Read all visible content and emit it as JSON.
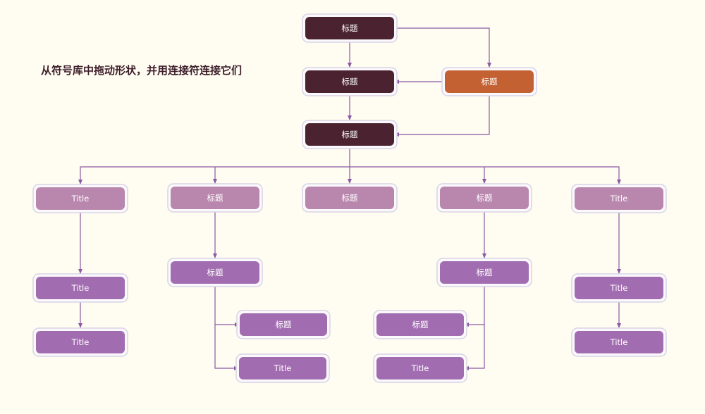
{
  "instruction": "从符号库中拖动形状，并用连接符连接它们",
  "colors": {
    "background": "#fffcf1",
    "dark": "#4a2230",
    "orange": "#c46132",
    "light_mauve": "#b986ad",
    "purple": "#a26cb0",
    "connector": "#8a5aa3",
    "frame": "#d9d3e6"
  },
  "nodes": [
    {
      "id": "top",
      "label": "标题",
      "style": "dark"
    },
    {
      "id": "second",
      "label": "标题",
      "style": "dark"
    },
    {
      "id": "side",
      "label": "标题",
      "style": "orange"
    },
    {
      "id": "hub",
      "label": "标题",
      "style": "dark"
    },
    {
      "id": "c1",
      "label": "Title",
      "style": "light_mauve"
    },
    {
      "id": "c2",
      "label": "标题",
      "style": "light_mauve"
    },
    {
      "id": "c3",
      "label": "标题",
      "style": "light_mauve"
    },
    {
      "id": "c4",
      "label": "标题",
      "style": "light_mauve"
    },
    {
      "id": "c5",
      "label": "Title",
      "style": "light_mauve"
    },
    {
      "id": "c1a",
      "label": "Title",
      "style": "purple"
    },
    {
      "id": "c1b",
      "label": "Title",
      "style": "purple"
    },
    {
      "id": "c2a",
      "label": "标题",
      "style": "purple"
    },
    {
      "id": "c2b",
      "label": "标题",
      "style": "purple"
    },
    {
      "id": "c2c",
      "label": "Title",
      "style": "purple"
    },
    {
      "id": "c4a",
      "label": "标题",
      "style": "purple"
    },
    {
      "id": "c4b",
      "label": "标题",
      "style": "purple"
    },
    {
      "id": "c4c",
      "label": "Title",
      "style": "purple"
    },
    {
      "id": "c5a",
      "label": "Title",
      "style": "purple"
    },
    {
      "id": "c5b",
      "label": "Title",
      "style": "purple"
    }
  ],
  "connectors": [
    {
      "from": "top",
      "to": "second"
    },
    {
      "from": "top",
      "to": "side"
    },
    {
      "from": "side",
      "to": "second"
    },
    {
      "from": "second",
      "to": "hub"
    },
    {
      "from": "side",
      "to": "hub"
    },
    {
      "from": "hub",
      "to": "c1"
    },
    {
      "from": "hub",
      "to": "c2"
    },
    {
      "from": "hub",
      "to": "c3"
    },
    {
      "from": "hub",
      "to": "c4"
    },
    {
      "from": "hub",
      "to": "c5"
    },
    {
      "from": "c1",
      "to": "c1a"
    },
    {
      "from": "c1a",
      "to": "c1b"
    },
    {
      "from": "c2",
      "to": "c2a"
    },
    {
      "from": "c2a",
      "to": "c2b"
    },
    {
      "from": "c2a",
      "to": "c2c"
    },
    {
      "from": "c4",
      "to": "c4a"
    },
    {
      "from": "c4a",
      "to": "c4b"
    },
    {
      "from": "c4a",
      "to": "c4c"
    },
    {
      "from": "c5",
      "to": "c5a"
    },
    {
      "from": "c5a",
      "to": "c5b"
    }
  ]
}
